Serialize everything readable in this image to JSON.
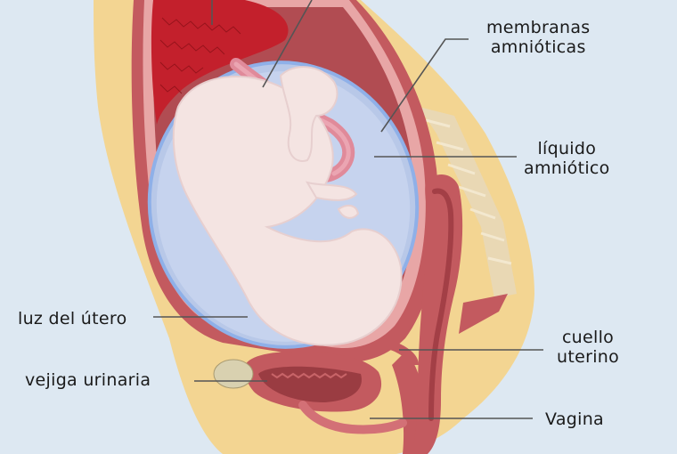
{
  "labels": {
    "membranas": [
      "membranas",
      "amnióticas"
    ],
    "liquido": [
      "líquido",
      "amniótico"
    ],
    "luz": "luz del útero",
    "vejiga": "vejiga urinaria",
    "cuello": [
      "cuello",
      "uterino"
    ],
    "vagina": "Vagina"
  },
  "colors": {
    "background": "#dde8f2",
    "skin": "#f3d592",
    "uterine_wall": "#c35a5f",
    "uterine_lumen": "#e8a6a6",
    "placenta": "#c3202c",
    "amniotic_membrane": "#8fb0e8",
    "amniotic_fluid": "#b8c8e8",
    "fetus": "#f4e4e2",
    "leader_line": "#555555"
  }
}
